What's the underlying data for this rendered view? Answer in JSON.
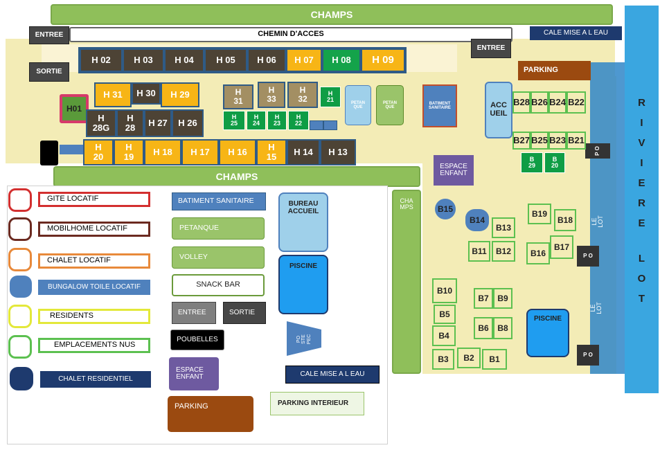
{
  "top_field": "CHAMPS",
  "access_road": "CHEMIN D'ACCES",
  "entree_top": "ENTREE",
  "sortie_left": "SORTIE",
  "entree_right": "ENTREE",
  "cale_top": "CALE MISE A L EAU",
  "parking_top": "PARKING",
  "accueil": "ACC\nUEIL",
  "champs_mid": "CHAMPS",
  "champs_vertical": "CHA\nMPS",
  "espace_enfant": "ESPACE\nENFANT",
  "piscine_map": "PISCINE",
  "petanque_a": "PETAN\nQUE",
  "petanque_b": "PETAN\nQUE",
  "batiment_map": "BATIMENT\nSANITAIRE",
  "river_letters": [
    "R",
    "I",
    "V",
    "I",
    "E",
    "R",
    "E",
    "L",
    "O",
    "T"
  ],
  "le_lot_1": "LE LOT",
  "le_lot_2": "LE LOT",
  "po_label": "P O",
  "row1": [
    "H 02",
    "H 03",
    "H 04",
    "H 05",
    "H 06",
    "H 07",
    "H 08",
    "H 09"
  ],
  "row2": [
    "H 31",
    "H 30",
    "H 29"
  ],
  "h01": "H01",
  "row3": [
    "H\n28G",
    "H\n28",
    "H 27",
    "H 26"
  ],
  "tan": [
    "H\n31",
    "H\n33",
    "H\n32"
  ],
  "small_green": [
    "H\n21",
    "H\n25",
    "H\n24",
    "H\n23",
    "H\n22"
  ],
  "row4": [
    "H\n20",
    "H\n19",
    "H 18",
    "H 17",
    "H 16",
    "H\n15",
    "H 14",
    "H 13"
  ],
  "b_units": [
    "B28",
    "B26",
    "B24",
    "B22",
    "B27",
    "B25",
    "B23",
    "B21"
  ],
  "b_green": [
    "B\n29",
    "B\n20"
  ],
  "b_plots": [
    "B15",
    "B14",
    "B13",
    "B11",
    "B12",
    "B19",
    "B18",
    "B16",
    "B17",
    "B10",
    "B7",
    "B9",
    "B5",
    "B6",
    "B8",
    "B4",
    "B3",
    "B2",
    "B1"
  ],
  "piscine_small": "PISCINE",
  "legend": {
    "gite": "GITE LOCATIF",
    "mobilhome": "MOBILHOME LOCATIF",
    "chalet": "CHALET LOCATIF",
    "bungalow": "BUNGALOW TOILE LOCATIF",
    "residents": "RESIDENTS",
    "emplacements": "EMPLACEMENTS NUS",
    "chalet_res": "CHALET RESIDENTIEL",
    "batiment": "BATIMENT SANITAIRE",
    "petanque": "PETANQUE",
    "volley": "VOLLEY",
    "snack": "SNACK BAR",
    "entree": "ENTREE",
    "sortie": "SORTIE",
    "poubelles": "POUBELLES",
    "espace_enfant": "ESPACE\nENFANT",
    "parking": "PARKING",
    "bureau": "BUREAU\nACCUEIL",
    "piscine": "PISCINE",
    "poste_pec": "PO\nSTE\nPEC",
    "cale": "CALE MISE A L EAU",
    "parking_int": "PARKING INTERIEUR"
  },
  "colors": {
    "gite": "#d32f2f",
    "mobilhome": "#6b2a20",
    "chalet": "#e8893a",
    "bungalow": "#4f81bd",
    "residents": "#e3e83a",
    "emplacements": "#5cc050",
    "chalet_res": "#1e3a6e",
    "river": "#3aa6e0"
  }
}
